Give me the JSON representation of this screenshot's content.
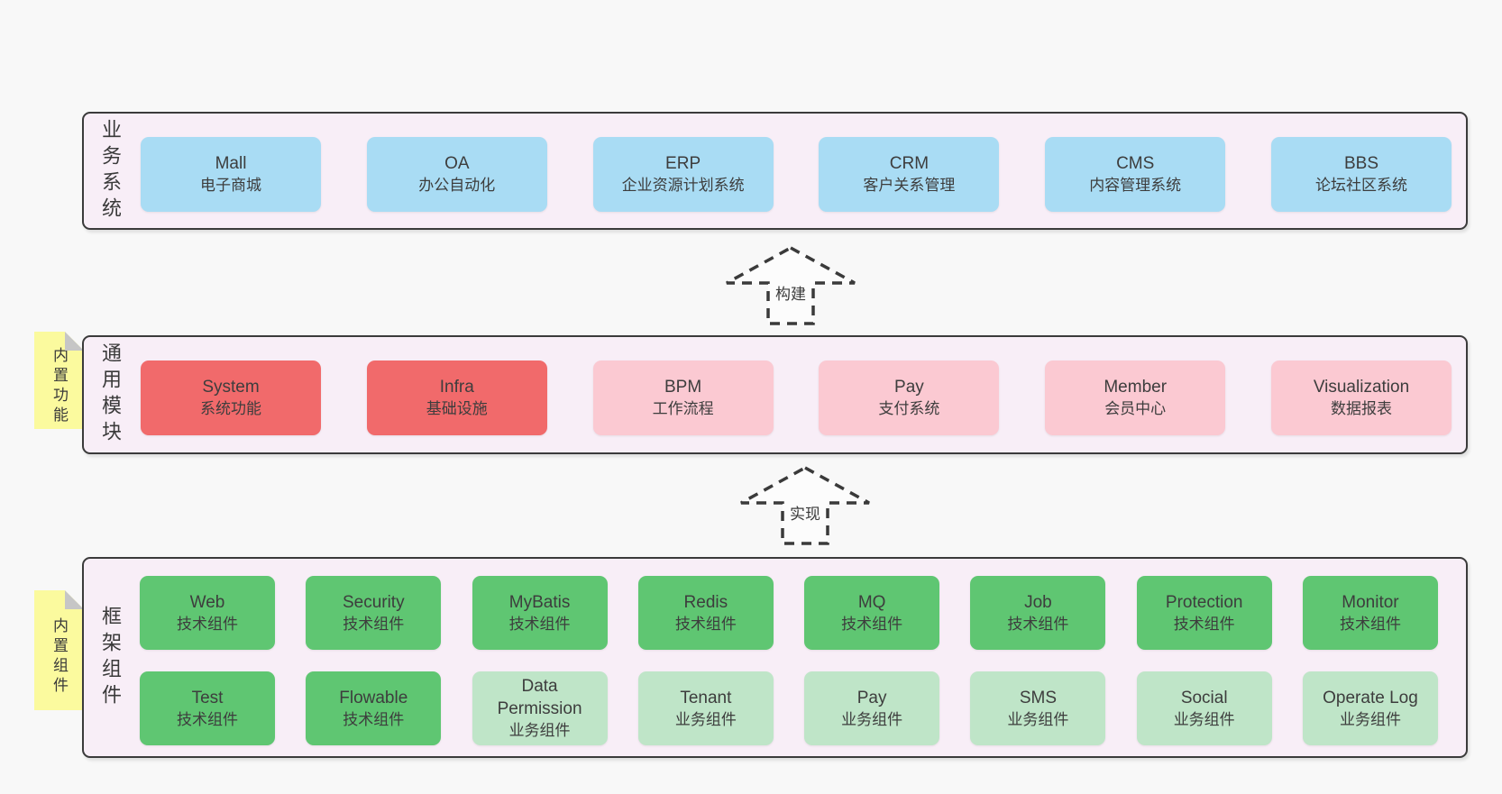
{
  "colors": {
    "page_bg": "#f8f8f8",
    "container_bg": "#f8eef7",
    "container_border": "#3b3b3b",
    "blue_box": "#a9dcf4",
    "red_box": "#f16a6b",
    "pink_box": "#fbc9d2",
    "green_box": "#5fc672",
    "light_green_box": "#bfe5c8",
    "sticky_yellow": "#fbfa9e",
    "sticky_fold": "#c6c6c6",
    "text": "#3d3d3d",
    "arrow_fill": "#fcfcfc"
  },
  "sections": {
    "business": {
      "label": "业务系统",
      "boxes": [
        {
          "name": "Mall",
          "subtitle": "电子商城"
        },
        {
          "name": "OA",
          "subtitle": "办公自动化"
        },
        {
          "name": "ERP",
          "subtitle": "企业资源计划系统"
        },
        {
          "name": "CRM",
          "subtitle": "客户关系管理"
        },
        {
          "name": "CMS",
          "subtitle": "内容管理系统"
        },
        {
          "name": "BBS",
          "subtitle": "论坛社区系统"
        }
      ]
    },
    "modules": {
      "label": "通用模块",
      "sticky": "内置功能",
      "boxes": [
        {
          "name": "System",
          "subtitle": "系统功能",
          "variant": "red"
        },
        {
          "name": "Infra",
          "subtitle": "基础设施",
          "variant": "red"
        },
        {
          "name": "BPM",
          "subtitle": "工作流程",
          "variant": "pink"
        },
        {
          "name": "Pay",
          "subtitle": "支付系统",
          "variant": "pink"
        },
        {
          "name": "Member",
          "subtitle": "会员中心",
          "variant": "pink"
        },
        {
          "name": "Visualization",
          "subtitle": "数据报表",
          "variant": "pink"
        }
      ]
    },
    "framework": {
      "label": "框架组件",
      "sticky": "内置组件",
      "row1": [
        {
          "name": "Web",
          "subtitle": "技术组件",
          "variant": "green"
        },
        {
          "name": "Security",
          "subtitle": "技术组件",
          "variant": "green"
        },
        {
          "name": "MyBatis",
          "subtitle": "技术组件",
          "variant": "green"
        },
        {
          "name": "Redis",
          "subtitle": "技术组件",
          "variant": "green"
        },
        {
          "name": "MQ",
          "subtitle": "技术组件",
          "variant": "green"
        },
        {
          "name": "Job",
          "subtitle": "技术组件",
          "variant": "green"
        },
        {
          "name": "Protection",
          "subtitle": "技术组件",
          "variant": "green"
        },
        {
          "name": "Monitor",
          "subtitle": "技术组件",
          "variant": "green"
        }
      ],
      "row2": [
        {
          "name": "Test",
          "subtitle": "技术组件",
          "variant": "green"
        },
        {
          "name": "Flowable",
          "subtitle": "技术组件",
          "variant": "green"
        },
        {
          "name": "Data Permission",
          "subtitle": "业务组件",
          "variant": "lightgreen"
        },
        {
          "name": "Tenant",
          "subtitle": "业务组件",
          "variant": "lightgreen"
        },
        {
          "name": "Pay",
          "subtitle": "业务组件",
          "variant": "lightgreen"
        },
        {
          "name": "SMS",
          "subtitle": "业务组件",
          "variant": "lightgreen"
        },
        {
          "name": "Social",
          "subtitle": "业务组件",
          "variant": "lightgreen"
        },
        {
          "name": "Operate Log",
          "subtitle": "业务组件",
          "variant": "lightgreen"
        }
      ]
    }
  },
  "arrows": [
    {
      "label": "构建"
    },
    {
      "label": "实现"
    }
  ]
}
